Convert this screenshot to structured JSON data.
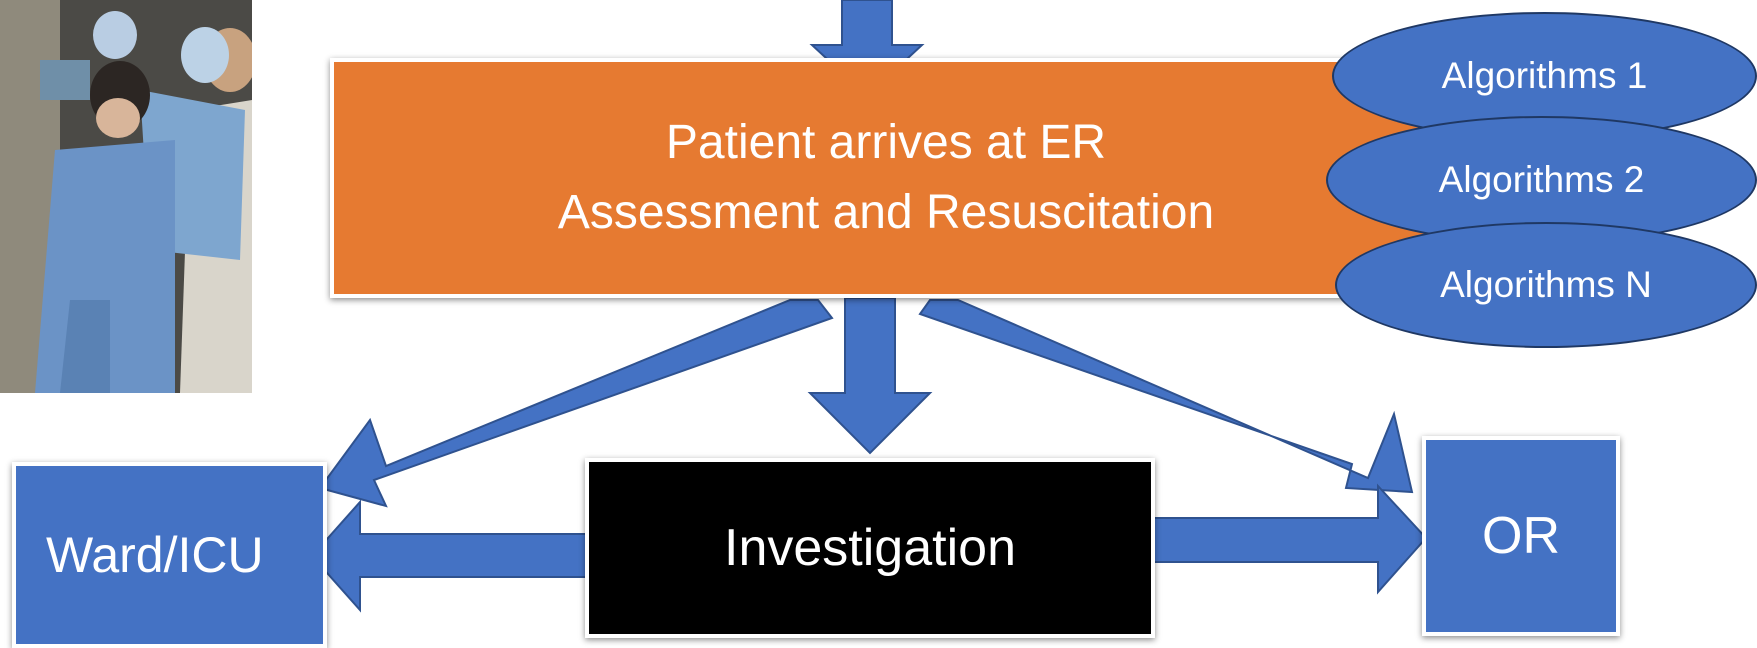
{
  "diagram": {
    "er_box": {
      "line1": "Patient arrives at ER",
      "line2": "Assessment and Resuscitation"
    },
    "algorithms": [
      "Algorithms 1",
      "Algorithms 2",
      "Algorithms N"
    ],
    "ward_icu": "Ward/ICU",
    "investigation": "Investigation",
    "or": "OR"
  },
  "colors": {
    "orange": "#e67a31",
    "blue": "#4472c4",
    "blue_border": "#2f528f",
    "black": "#000000",
    "white": "#ffffff"
  }
}
